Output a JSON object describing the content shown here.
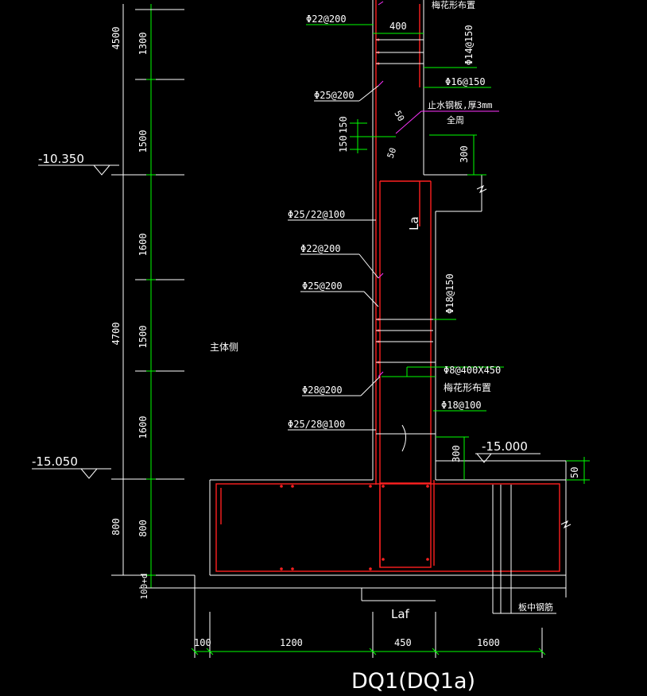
{
  "drawing": {
    "title": "DQ1(DQ1a)",
    "zone_label": "主体侧",
    "top_note": "梅花形布置",
    "levels": {
      "upper": "-10.350",
      "lower": "-15.050",
      "slab": "-15.000"
    },
    "left_dims": {
      "outer": [
        "4500",
        "4700",
        "800",
        "100+d"
      ],
      "inner": [
        "1300",
        "1500",
        "1600",
        "1500",
        "1600",
        "800"
      ]
    },
    "bottom_dims": [
      "100",
      "1200",
      "450",
      "1600"
    ],
    "rebar_labels": {
      "top_bar": "Φ22@200",
      "width_400": "400",
      "vert_14": "Φ14@150",
      "horiz_16": "Φ16@150",
      "bar_25_200_top": "Φ25@200",
      "waterstop": "止水钢板,厚3mm",
      "waterstop_2": "全周",
      "d150a": "150",
      "d150b": "150",
      "d50a": "50",
      "d50b": "50",
      "d300_top": "300",
      "main_vert": "Φ25/22@100",
      "la": "La",
      "bar_22_200": "Φ22@200",
      "bar_25_200_mid": "Φ25@200",
      "vert_18": "Φ18@150",
      "tie": "Φ8@400X450",
      "tie_note": "梅花形布置",
      "bar_28_200": "Φ28@200",
      "horiz_18": "Φ18@100",
      "bar_25_28": "Φ25/28@100",
      "d300_bot": "300",
      "d50_right": "50",
      "laf": "Laf",
      "slab_bar": "板中钢筋"
    }
  }
}
